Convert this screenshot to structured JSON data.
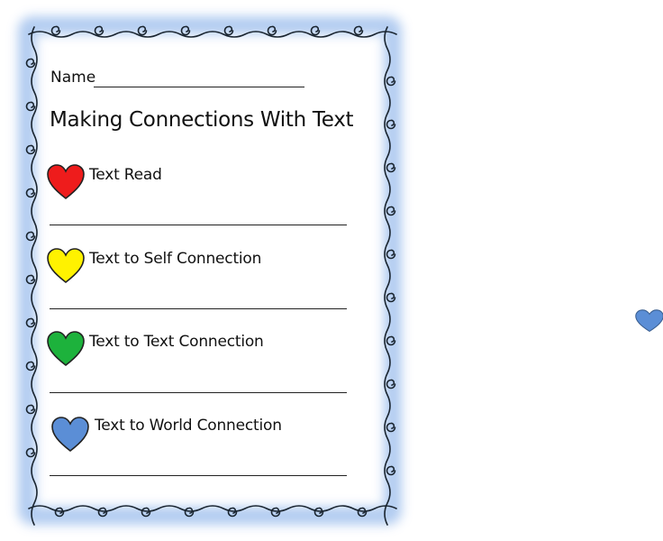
{
  "worksheet": {
    "name_label": "Name",
    "title": "Making Connections  With Text",
    "entries": [
      {
        "label": "Text Read",
        "heart_color": "#ee1c1c",
        "icon": "red-heart-icon"
      },
      {
        "label": "Text to Self Connection",
        "heart_color": "#fff200",
        "icon": "yellow-heart-icon"
      },
      {
        "label": "Text to Text Connection",
        "heart_color": "#1db23c",
        "icon": "green-heart-icon"
      },
      {
        "label": "Text to World Connection",
        "heart_color": "#5b8ed6",
        "icon": "blue-heart-icon"
      }
    ]
  },
  "decor": {
    "border_color": "#1a2530",
    "glow_color": "#a9c6ef",
    "stray_heart_color": "#5b8ed6"
  }
}
